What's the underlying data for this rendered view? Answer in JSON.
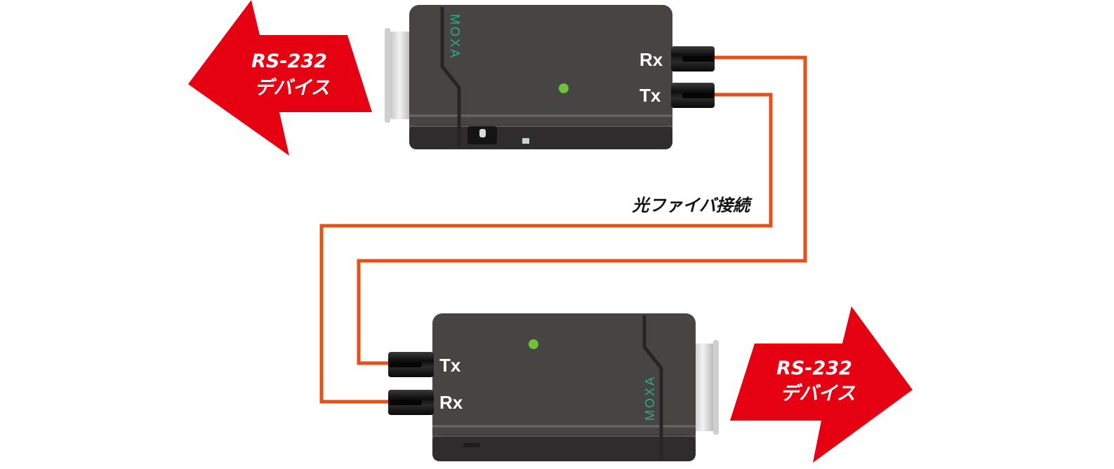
{
  "colors": {
    "arrow": "#e50012",
    "fiber": "#e8501a",
    "device_body": "#474444",
    "device_edge": "#2e2c2c",
    "connector": "#1b1b1b",
    "led": "#6fc13a",
    "brand": "#2fa98c"
  },
  "left_arrow": {
    "line1": "RS-232",
    "line2": "デバイス"
  },
  "right_arrow": {
    "line1": "RS-232",
    "line2": "デバイス"
  },
  "top_device": {
    "brand": "MOXA",
    "port_rx": "Rx",
    "port_tx": "Tx"
  },
  "bottom_device": {
    "brand": "MOXA",
    "port_tx": "Tx",
    "port_rx": "Rx"
  },
  "connection_label": "光ファイバ接続"
}
